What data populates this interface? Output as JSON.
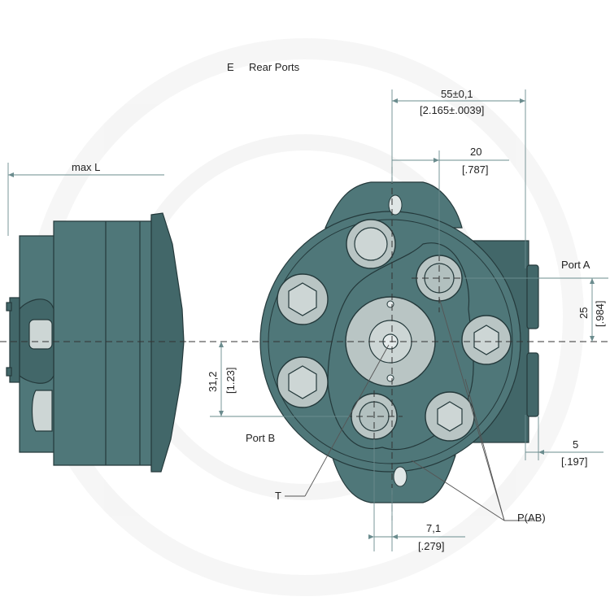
{
  "title": {
    "code": "E",
    "text": "Rear Ports"
  },
  "dimensions": {
    "overall_width": {
      "metric": "55±0,1",
      "imperial": "[2.165±.0039]"
    },
    "port_a_offset": {
      "metric": "20",
      "imperial": "[.787]"
    },
    "max_length": "max L",
    "port_a_height": {
      "metric": "25",
      "imperial": "[.984]"
    },
    "port_b_height": {
      "metric": "31,2",
      "imperial": "[1.23]"
    },
    "rear_protrusion": {
      "metric": "5",
      "imperial": "[.197]"
    },
    "tank_offset": {
      "metric": "7,1",
      "imperial": "[.279]"
    }
  },
  "labels": {
    "port_a": "Port A",
    "port_b": "Port B",
    "tank": "T",
    "pressure": "P(AB)"
  },
  "colors": {
    "body": "#4f7779",
    "bolt_face": "#b9c5c4",
    "dimension_line": "#6b8c8e"
  }
}
